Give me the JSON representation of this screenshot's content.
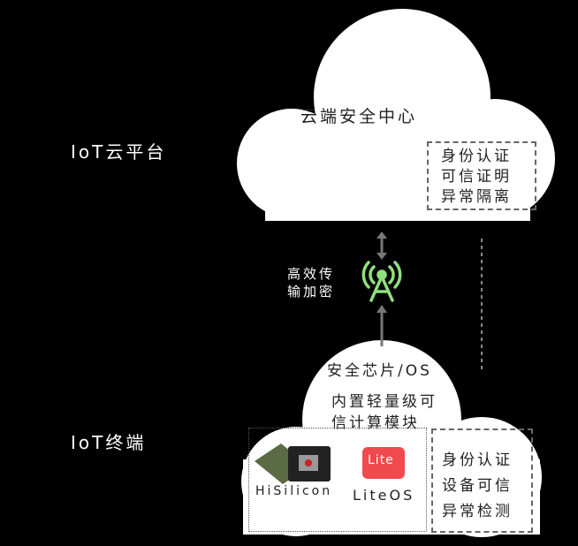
{
  "cloud_platform": {
    "label": "IoT云平台",
    "title": "云端安全中心",
    "features": [
      "身份认证",
      "可信证明",
      "异常隔离"
    ]
  },
  "transport": {
    "label_lines": [
      "高效传",
      "输加密"
    ],
    "icon": "signal-tower-icon",
    "icon_color": "#8fe07a"
  },
  "terminal": {
    "label": "IoT终端",
    "title": "安全芯片/OS",
    "module_lines": [
      "内置轻量级可",
      "信计算模块"
    ],
    "chip_label": "HiSilicon",
    "os_label": "LiteOS",
    "os_logo_text": "Lite",
    "features": [
      "身份认证",
      "设备可信",
      "异常检测"
    ]
  }
}
